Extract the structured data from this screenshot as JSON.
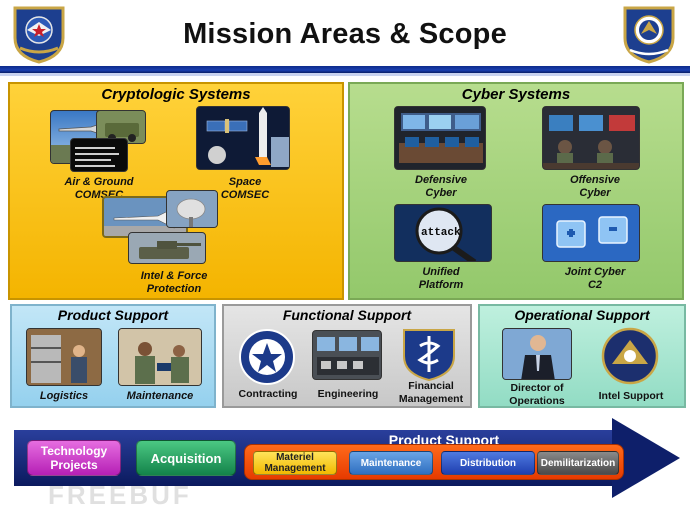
{
  "header": {
    "title": "Mission Areas & Scope"
  },
  "cryptologic": {
    "title": "Cryptologic Systems",
    "items": [
      {
        "label": "Air & Ground\nCOMSEC"
      },
      {
        "label": "Space\nCOMSEC"
      },
      {
        "label": "Intel & Force\nProtection"
      }
    ]
  },
  "cyber": {
    "title": "Cyber Systems",
    "items": [
      {
        "label": "Defensive\nCyber"
      },
      {
        "label": "Offensive\nCyber"
      },
      {
        "label": "Unified\nPlatform"
      },
      {
        "label": "Joint Cyber\nC2"
      }
    ],
    "attack_text": "attack"
  },
  "product_support": {
    "title": "Product Support",
    "items": [
      {
        "label": "Logistics"
      },
      {
        "label": "Maintenance"
      }
    ]
  },
  "functional_support": {
    "title": "Functional Support",
    "items": [
      {
        "label": "Contracting"
      },
      {
        "label": "Engineering"
      },
      {
        "label": "Financial\nManagement"
      }
    ]
  },
  "operational_support": {
    "title": "Operational Support",
    "items": [
      {
        "label": "Director of\nOperations"
      },
      {
        "label": "Intel Support"
      }
    ]
  },
  "lifecycle": {
    "arrow_label": "Product  Support",
    "technology_projects": "Technology\nProjects",
    "acquisition": "Acquisition",
    "materiel_management": "Materiel\nManagement",
    "maintenance": "Maintenance",
    "distribution": "Distribution",
    "demilitarization": "Demilitarization"
  },
  "watermark": "FREEBUF",
  "colors": {
    "cryptologic_bg": "#f4b400",
    "cyber_bg": "#93c86b",
    "product_support_bg": "#95d1ee",
    "functional_support_bg": "#c8c8c8",
    "operational_support_bg": "#92dcc4",
    "header_rule": "#1b3fb0",
    "arrow": "#0e1f6a"
  }
}
